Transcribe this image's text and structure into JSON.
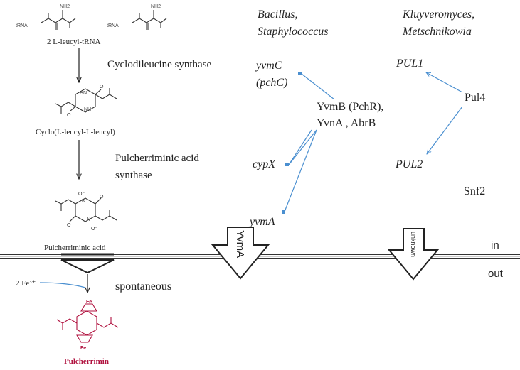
{
  "colors": {
    "regulation": "#4a8fd0",
    "pulcherrimin": "#b0123f",
    "membrane": "#333333",
    "text": "#222222"
  },
  "pathway": {
    "substrate": "2 L-leucyl-tRNA",
    "trna_label": "tRNA",
    "nh2_label": "NH2",
    "enzyme1": "Cyclodileucine synthase",
    "intermediate": "Cyclo(L-leucyl-L-leucyl)",
    "nh_label": "HN",
    "nh_label2": "NH",
    "o_label": "O",
    "enzyme2_line1": "Pulcherriminic acid",
    "enzyme2_line2": "synthase",
    "product": "Pulcherriminic acid",
    "n_label": "N",
    "ominus_label": "O⁻",
    "iron": "2 Fe³⁺",
    "step3": "spontaneous",
    "final": "Pulcherrimin",
    "fe_label": "Fe"
  },
  "bacteria": {
    "organisms_line1": "Bacillus,",
    "organisms_line2": "Staphylococcus",
    "gene1_line1": "yvmC",
    "gene1_line2": "(pchC)",
    "regulator_line1": "YvmB (PchR),",
    "regulator_line2": "YvnA , AbrB",
    "gene2": "cypX",
    "gene3": "yvmA",
    "transporter": "YvmA"
  },
  "yeast": {
    "organisms_line1": "Kluyveromyces,",
    "organisms_line2": "Metschnikowia",
    "gene1": "PUL1",
    "gene2": "PUL2",
    "regulator": "Pul4",
    "other": "Snf2",
    "transporter": "unknown"
  },
  "membrane": {
    "inside": "in",
    "outside": "out"
  }
}
